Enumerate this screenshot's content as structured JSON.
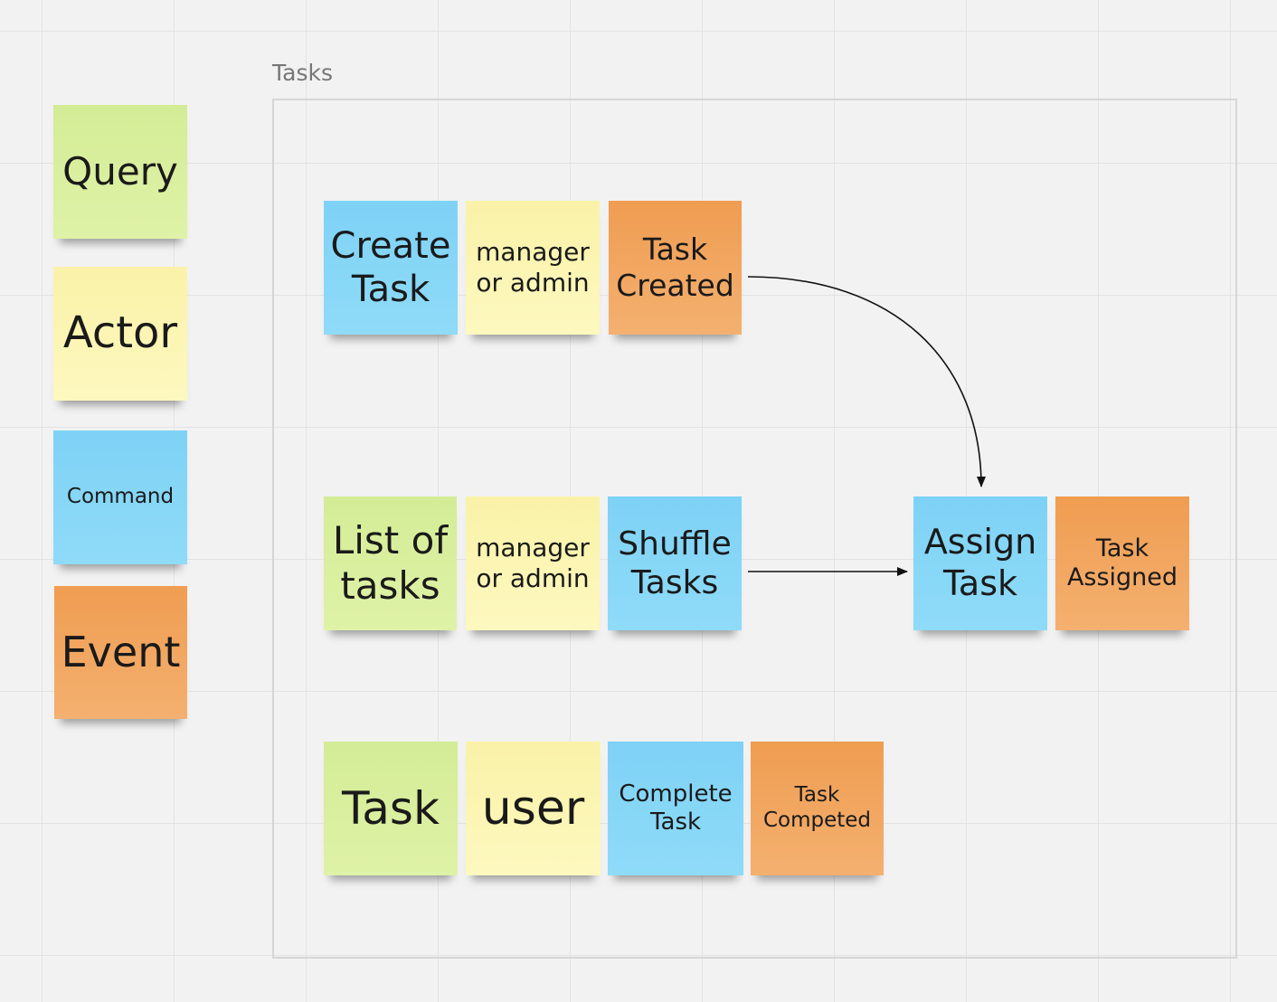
{
  "legend": {
    "query": "Query",
    "actor": "Actor",
    "command": "Command",
    "event": "Event"
  },
  "frame": {
    "label": "Tasks"
  },
  "rows": [
    {
      "query": "Create\nTask",
      "actor": "manager\nor admin",
      "event": "Task\nCreated"
    },
    {
      "query": "List of\ntasks",
      "actor": "manager\nor admin",
      "command": "Shuffle\nTasks"
    },
    {
      "query": "Task",
      "actor": "user",
      "command": "Complete\nTask",
      "event": "Task\nCompeted"
    }
  ],
  "assign": {
    "command": "Assign\nTask",
    "event": "Task\nAssigned"
  },
  "colors": {
    "query": "#d9ef9e",
    "actor": "#fbf5b3",
    "command": "#86d7f7",
    "event": "#f2a661",
    "grid": "#e3e3e3",
    "background": "#f2f2f2"
  }
}
